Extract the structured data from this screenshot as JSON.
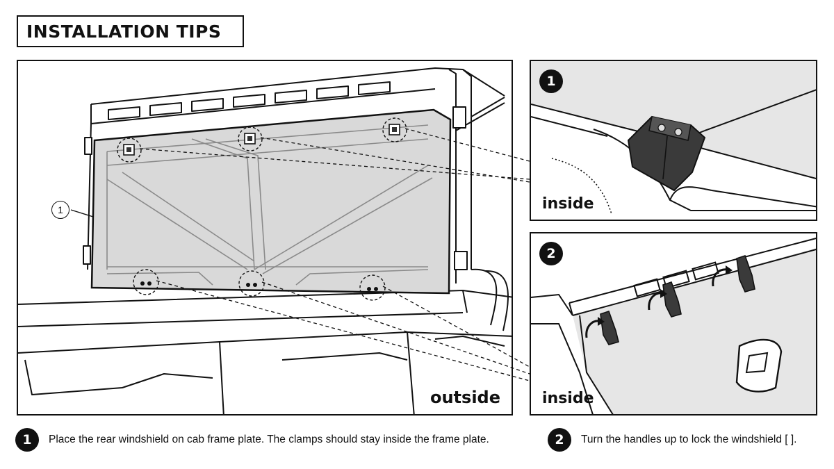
{
  "title": "INSTALLATION TIPS",
  "main_panel": {
    "part_callout": "1",
    "view_label": "outside"
  },
  "detail_panels": [
    {
      "step": "1",
      "view_label": "inside"
    },
    {
      "step": "2",
      "view_label": "inside"
    }
  ],
  "steps": [
    {
      "number": "1",
      "text": "Place the rear windshield on cab frame plate. The clamps should stay inside the frame plate."
    },
    {
      "number": "2",
      "text": "Turn the handles up to lock the windshield [ ]."
    }
  ],
  "colors": {
    "ink": "#111111",
    "windshield_fill": "#d9d9d9",
    "detail_background": "#e6e6e6",
    "clamp_fill": "#3a3a3a"
  }
}
